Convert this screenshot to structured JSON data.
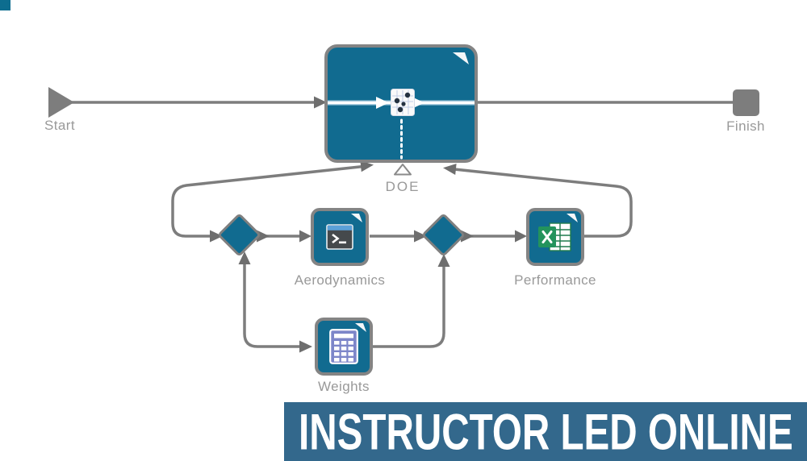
{
  "workflow": {
    "start": {
      "label": "Start"
    },
    "finish": {
      "label": "Finish"
    },
    "driver": {
      "label": "DOE",
      "icon": "doe-scatter-plot-icon"
    },
    "components": [
      {
        "id": "aerodynamics",
        "label": "Aerodynamics",
        "icon": "terminal-prompt-icon"
      },
      {
        "id": "performance",
        "label": "Performance",
        "icon": "excel-spreadsheet-icon"
      },
      {
        "id": "weights",
        "label": "Weights",
        "icon": "calculator-grid-icon"
      }
    ],
    "junctions": 2
  },
  "banner": {
    "text": "INSTRUCTOR LED ONLINE",
    "background_color": "#33688c",
    "text_color": "#ffffff"
  },
  "colors": {
    "node_fill": "#116b90",
    "node_border": "#848484",
    "connector": "#7d7d7d",
    "arrowhead": "#6e6e6e",
    "label_text": "#999999"
  }
}
